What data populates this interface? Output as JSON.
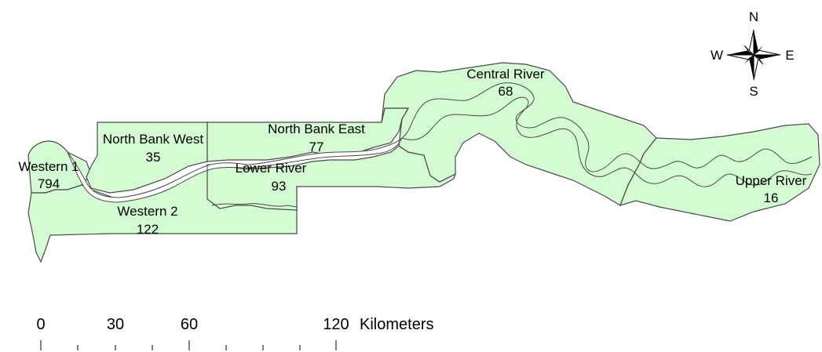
{
  "colors": {
    "land": "#d3fcd2",
    "outline": "#4a4a4a",
    "river": "#ffffff"
  },
  "regions": [
    {
      "name": "Western 1",
      "value": "794"
    },
    {
      "name": "North Bank West",
      "value": "35"
    },
    {
      "name": "Western 2",
      "value": "122"
    },
    {
      "name": "Lower River",
      "value": "93"
    },
    {
      "name": "North Bank East",
      "value": "77"
    },
    {
      "name": "Central River",
      "value": "68"
    },
    {
      "name": "Upper River",
      "value": "16"
    }
  ],
  "compass": {
    "north": "N",
    "south": "S",
    "east": "E",
    "west": "W"
  },
  "scale_bar": {
    "ticks": [
      "0",
      "30",
      "60",
      "120"
    ],
    "unit": "Kilometers"
  }
}
